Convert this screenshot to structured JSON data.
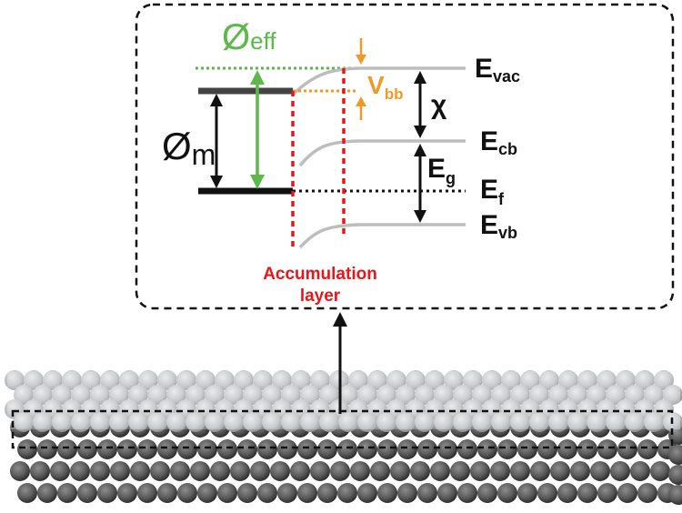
{
  "labels": {
    "phi_eff": {
      "main": "Ø",
      "sub": "eff"
    },
    "phi_m": {
      "main": "Ø",
      "sub": "m"
    },
    "v_bb": {
      "main": "V",
      "sub": "bb"
    },
    "chi": "χ",
    "e_vac": {
      "main": "E",
      "sub": "vac"
    },
    "e_cb": {
      "main": "E",
      "sub": "cb"
    },
    "e_g": {
      "main": "E",
      "sub": "g"
    },
    "e_f": {
      "main": "E",
      "sub": "f"
    },
    "e_vb": {
      "main": "E",
      "sub": "vb"
    },
    "accumulation_line1": "Accumulation",
    "accumulation_line2": "layer"
  },
  "colors": {
    "green": "#5bb94a",
    "orange": "#ee9a2b",
    "red": "#e8151b",
    "band_gray": "#bdbdbd",
    "metal": "#111111"
  }
}
